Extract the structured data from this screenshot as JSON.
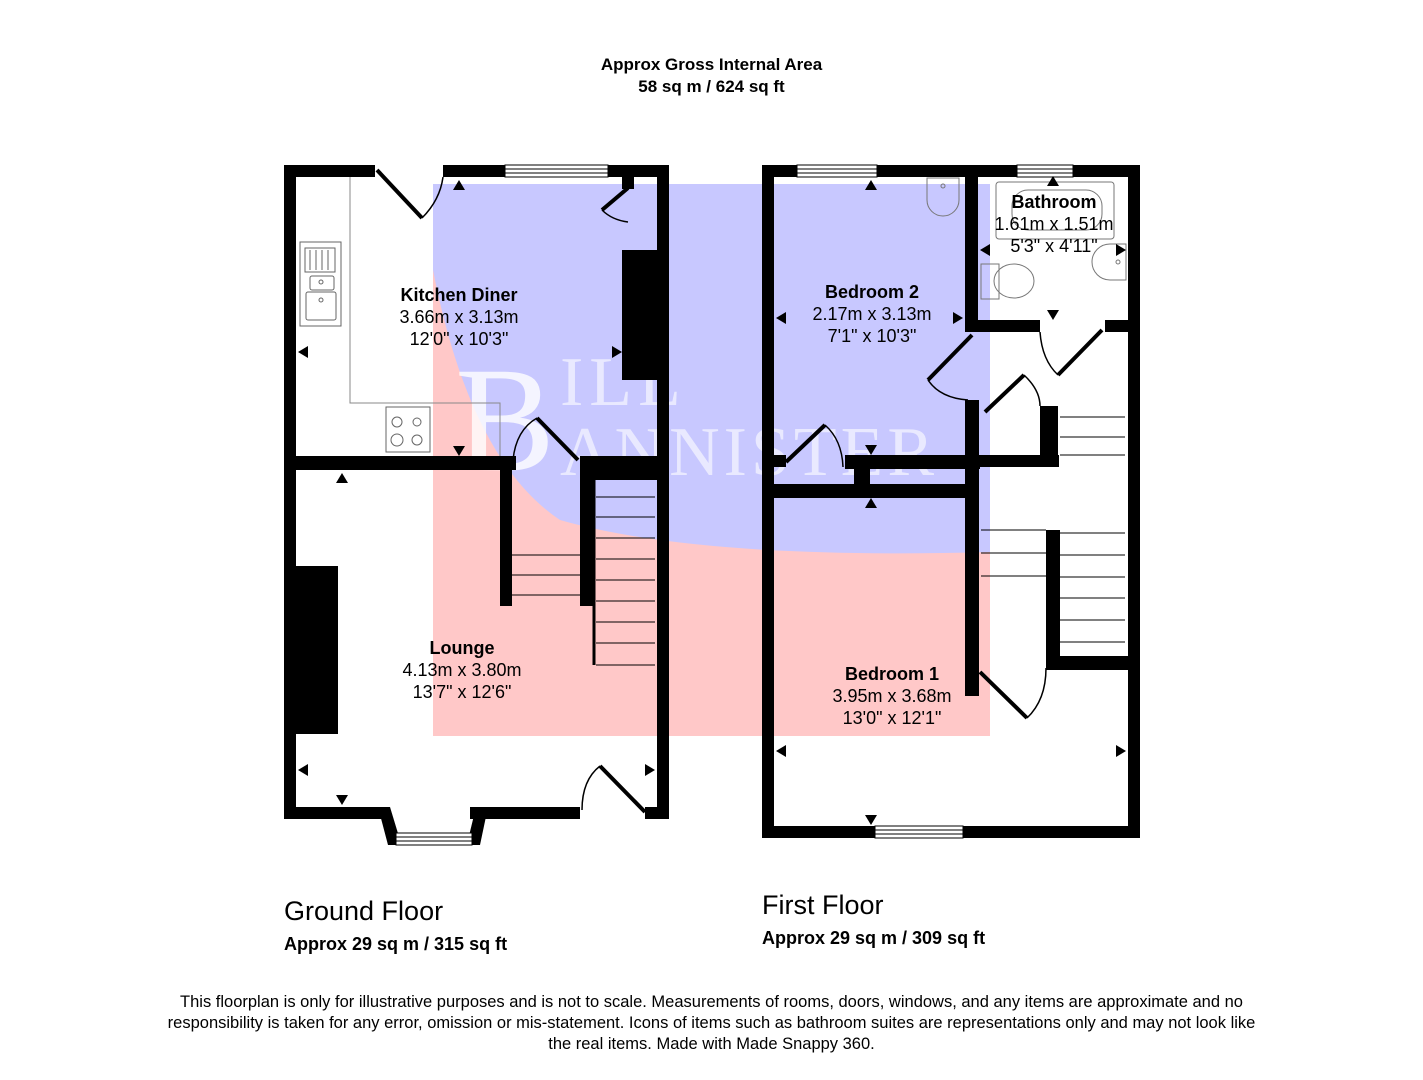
{
  "header": {
    "title": "Approx Gross Internal Area",
    "area": "58 sq m / 624 sq ft"
  },
  "watermark": {
    "text_line1": "BILL",
    "text_line2": "BANNISTER",
    "colors": {
      "top": "#c8c8ff",
      "bottom": "#ffc8c8"
    }
  },
  "floors": [
    {
      "label": "Ground Floor",
      "area": "Approx 29 sq m / 315 sq ft",
      "rooms": [
        {
          "name": "Kitchen Diner",
          "metric": "3.66m x 3.13m",
          "imperial": "12'0\" x 10'3\""
        },
        {
          "name": "Lounge",
          "metric": "4.13m x 3.80m",
          "imperial": "13'7\" x 12'6\""
        }
      ]
    },
    {
      "label": "First Floor",
      "area": "Approx 29 sq m / 309 sq ft",
      "rooms": [
        {
          "name": "Bedroom 2",
          "metric": "2.17m x 3.13m",
          "imperial": "7'1\" x 10'3\""
        },
        {
          "name": "Bathroom",
          "metric": "1.61m x 1.51m",
          "imperial": "5'3\" x 4'11\""
        },
        {
          "name": "Bedroom 1",
          "metric": "3.95m x 3.68m",
          "imperial": "13'0\" x 12'1\""
        }
      ]
    }
  ],
  "disclaimer": "This floorplan is only for illustrative purposes and is not to scale. Measurements of rooms, doors, windows, and any items are approximate and no responsibility is taken for any error, omission or mis-statement. Icons of items such as bathroom suites are representations only and may not look like the real items. Made with Made Snappy 360."
}
